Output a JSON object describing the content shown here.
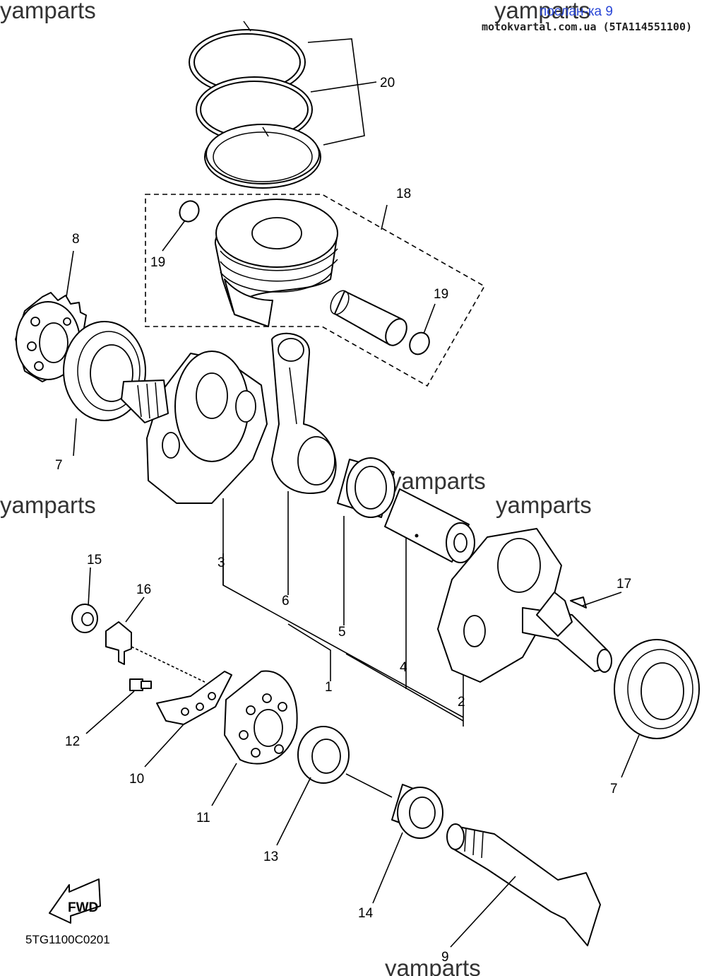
{
  "watermarks": [
    "yamparts",
    "yamparts",
    "yamparts",
    "yamparts",
    "yamparts",
    "yamparts"
  ],
  "header": {
    "link_text": "послан-ка 9",
    "source": "motokvartal.com.ua (5TA114551100)"
  },
  "diagram_code": "5TG1100C0201",
  "fwd_label": "FWD",
  "callouts": [
    "1",
    "2",
    "3",
    "4",
    "5",
    "6",
    "7",
    "7",
    "8",
    "9",
    "10",
    "11",
    "12",
    "13",
    "14",
    "15",
    "16",
    "17",
    "18",
    "19",
    "19",
    "20"
  ]
}
